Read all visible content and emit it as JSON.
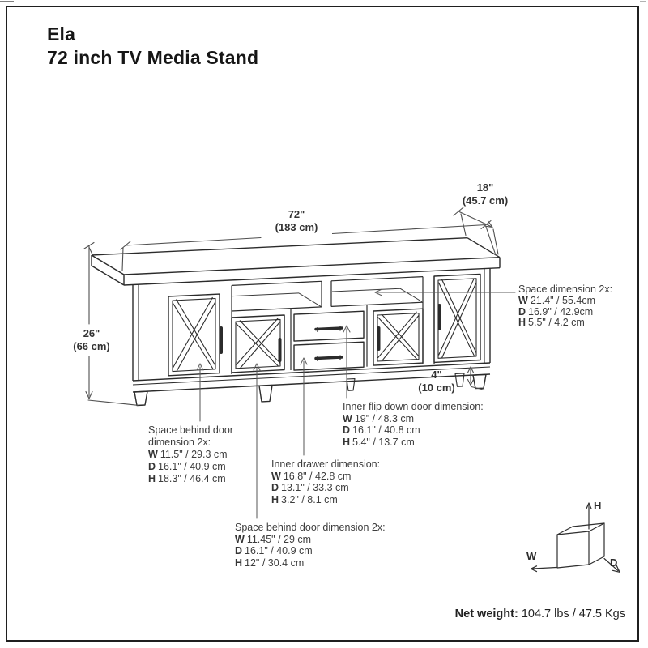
{
  "title": {
    "brand": "Ela",
    "product": "72 inch TV Media Stand"
  },
  "dims": {
    "width": {
      "inches": "72\"",
      "metric": "(183 cm)"
    },
    "depth": {
      "inches": "18\"",
      "metric": "(45.7 cm)"
    },
    "height": {
      "inches": "26\"",
      "metric": "(66 cm)"
    },
    "legs": {
      "inches": "4\"",
      "metric": "(10 cm)"
    }
  },
  "callouts": {
    "shelf_space": {
      "title": "Space dimension 2x:",
      "rows": [
        {
          "k": "W",
          "v": "21.4\" / 55.4cm"
        },
        {
          "k": "D",
          "v": "16.9\" / 42.9cm"
        },
        {
          "k": "H",
          "v": "5.5\" / 4.2 cm"
        }
      ]
    },
    "behind_tall_door": {
      "title_line1": "Space behind door",
      "title_line2": "dimension 2x:",
      "rows": [
        {
          "k": "W",
          "v": "11.5\" / 29.3 cm"
        },
        {
          "k": "D",
          "v": "16.1\" / 40.9 cm"
        },
        {
          "k": "H",
          "v": "18.3\" / 46.4 cm"
        }
      ]
    },
    "flip_door": {
      "title": "Inner flip down door dimension:",
      "rows": [
        {
          "k": "W",
          "v": "19\" / 48.3 cm"
        },
        {
          "k": "D",
          "v": "16.1\" / 40.8 cm"
        },
        {
          "k": "H",
          "v": "5.4\" / 13.7 cm"
        }
      ]
    },
    "drawer": {
      "title": "Inner drawer dimension:",
      "rows": [
        {
          "k": "W",
          "v": "16.8\" / 42.8 cm"
        },
        {
          "k": "D",
          "v": "13.1\" / 33.3 cm"
        },
        {
          "k": "H",
          "v": "3.2\" / 8.1 cm"
        }
      ]
    },
    "behind_short_door": {
      "title": "Space behind door dimension 2x:",
      "rows": [
        {
          "k": "W",
          "v": "11.45\" / 29 cm"
        },
        {
          "k": "D",
          "v": "16.1\" / 40.9 cm"
        },
        {
          "k": "H",
          "v": "12\" / 30.4 cm"
        }
      ]
    }
  },
  "axes": {
    "w": "W",
    "d": "D",
    "h": "H"
  },
  "footer": {
    "label": "Net weight:",
    "value": "104.7 lbs / 47.5 Kgs"
  }
}
